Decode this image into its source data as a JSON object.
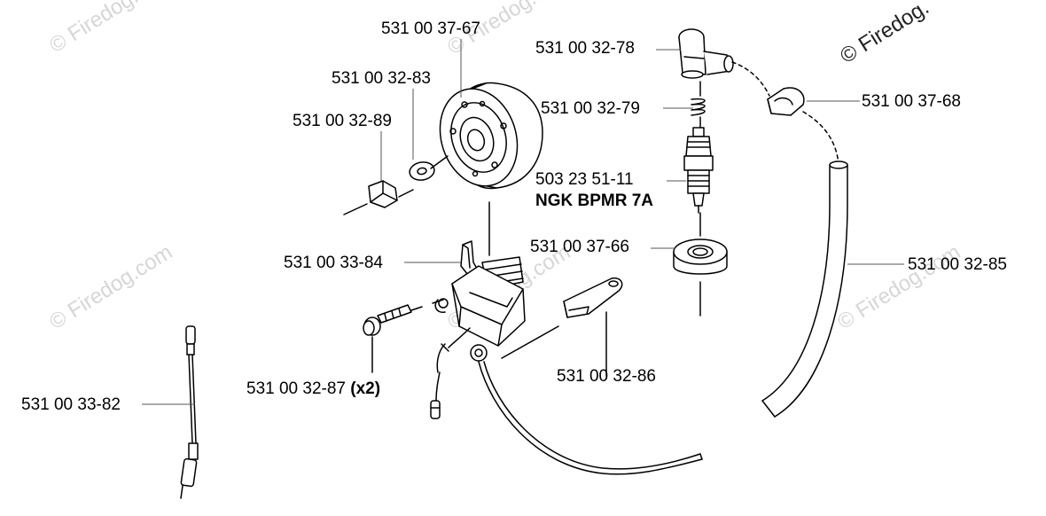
{
  "watermark": {
    "copyright": "© Firedog.com",
    "corner": "© Firedog."
  },
  "parts": {
    "flywheel": "531 00 37-67",
    "washer": "531 00 32-83",
    "nut": "531 00 32-89",
    "ignition_module": "531 00 33-84",
    "screw": "531 00 32-87",
    "screw_qty": "(x2)",
    "spark_lead": "531 00 33-82",
    "plug_cap": "531 00 32-78",
    "cap_spring": "531 00 32-79",
    "spark_plug": "503 23 51-11",
    "spark_plug_model": "NGK BPMR 7A",
    "plug_seal": "531 00 37-66",
    "cable_clip": "531 00 37-68",
    "hose": "531 00 32-85",
    "terminal_cover": "531 00 32-86"
  }
}
